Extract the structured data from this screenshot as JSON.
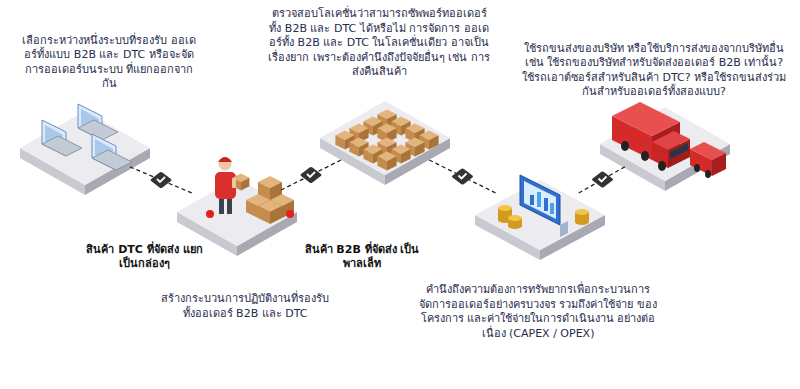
{
  "diagram": {
    "nodes": [
      {
        "text": [
          "เลือกระหว่างหนึ่งระบบที่รองรับ ออเดอร์ทั้งแบบ B2B และ DTC หรือจะจัดการออเดอร์บนระบบ ที่แยกออกจากกัน"
        ]
      },
      {
        "text": [
          "สร้างกระบวนการปฏิบัติงานที่รองรับ ทั้งออเดอร์ B2B และ DTC"
        ]
      },
      {
        "text": [
          "ตรวจสอบโลเคชั่นว่าสามารถซัพพอร์ทออเดอร์ ทั้ง B2B และ DTC ได้หรือไม่ การจัดการ ออเดอร์ทั้ง B2B และ DTC ในโลเคชั่นเดียว อาจเป็นเรื่องยาก เพราะต้องคำนึงถึงปัจจัยอื่นๆ เช่น การส่งคืนสินค้า"
        ]
      },
      {
        "text": [
          "คำนึงถึงความต้องการทรัพยากรเพื่อกระบวนการ จัดการออเดอร์อย่างครบวงจร รวมถึงค่าใช้จ่าย ของโครงการ และค่าใช้จ่ายในการดำเนินงาน อย่างต่อเนื่อง (CAPEX / OPEX)"
        ]
      },
      {
        "text": [
          "ใช้รถขนส่งของบริษัท หรือใช้บริการส่งของจากบริษัทอื่น เช่น ใช้รถของบริษัทสำหรับจัดส่งออเดอร์ B2B เท่านั้น? ใช้รถเอาต์ซอร์สสำหรับสินค้า DTC? หรือใช้รถขนส่งร่วมกันสำหรับออเดอร์ทั้งสองแบบ?"
        ]
      }
    ],
    "edges": [
      {
        "from": 0,
        "to": 1,
        "arrow": "none"
      },
      {
        "from": 1,
        "to": 2,
        "arrow": "none"
      },
      {
        "from": 2,
        "to": 3,
        "arrow": "none"
      },
      {
        "from": 3,
        "to": 4,
        "arrow": "none"
      }
    ],
    "labels": [
      "สินค้า DTC ที่จัดส่ง แยกเป็นกล่องๆ",
      "สินค้า B2B ที่จัดส่ง เป็นพาลเล็ท"
    ]
  }
}
